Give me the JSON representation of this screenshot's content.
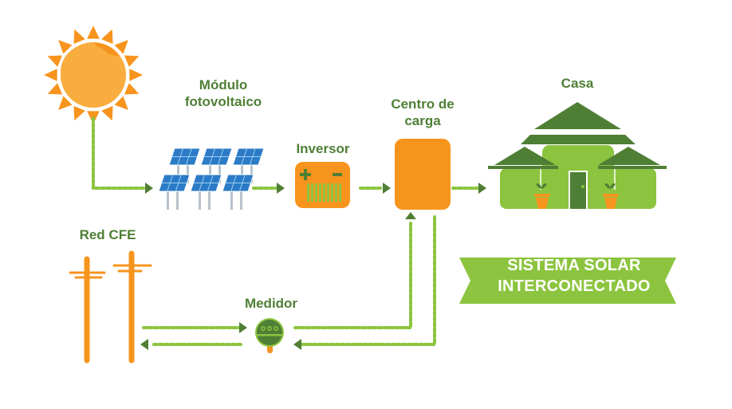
{
  "title": "Sistema solar interconectado",
  "colors": {
    "label_green": "#4f7f35",
    "dark_green": "#4f7f35",
    "light_green": "#8cc43f",
    "dot_green": "#8cc43f",
    "orange": "#f7941d",
    "sun_light": "#f9ad3f",
    "panel_blue": "#2b7bc6",
    "pole_gray": "#b8c2cc"
  },
  "nodes": {
    "sun": {
      "label": "",
      "icon": "sun-icon"
    },
    "pv_module": {
      "label_line1": "Módulo",
      "label_line2": "fotovoltaico",
      "icon": "solar-panel-icon"
    },
    "inverter": {
      "label": "Inversor",
      "icon": "inverter-icon",
      "plus": "+",
      "minus": "−"
    },
    "load_center": {
      "label_line1": "Centro de",
      "label_line2": "carga",
      "icon": "load-center-icon"
    },
    "house": {
      "label": "Casa",
      "icon": "house-icon"
    },
    "grid": {
      "label": "Red CFE",
      "icon": "utility-pole-icon"
    },
    "meter": {
      "label": "Medidor",
      "icon": "meter-icon"
    }
  },
  "banner": {
    "line1": "SISTEMA SOLAR",
    "line2": "INTERCONECTADO"
  },
  "connections": [
    {
      "from": "sun",
      "to": "pv_module"
    },
    {
      "from": "pv_module",
      "to": "inverter"
    },
    {
      "from": "inverter",
      "to": "load_center"
    },
    {
      "from": "load_center",
      "to": "house"
    },
    {
      "from": "grid",
      "to": "meter"
    },
    {
      "from": "meter",
      "to": "load_center"
    },
    {
      "from": "load_center",
      "to": "meter"
    },
    {
      "from": "meter",
      "to": "grid"
    }
  ]
}
